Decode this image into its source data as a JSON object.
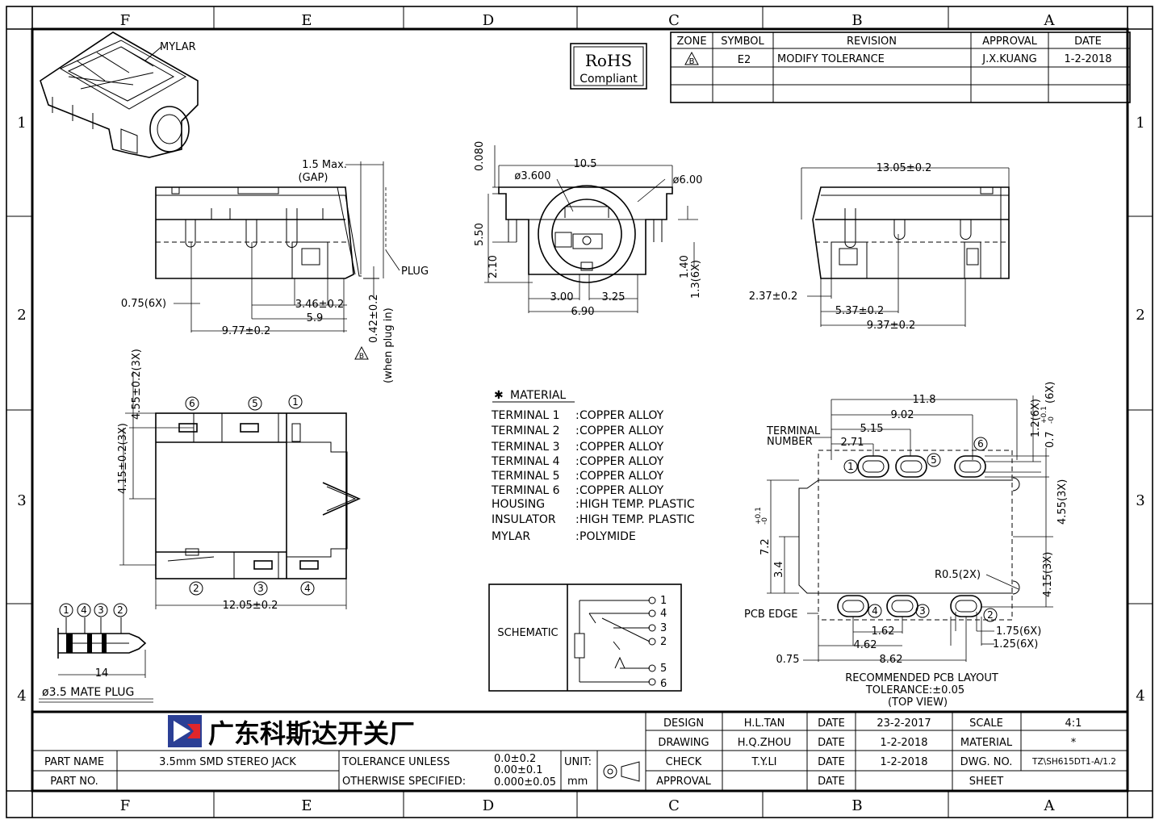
{
  "zones": {
    "columns": [
      "F",
      "E",
      "D",
      "C",
      "B",
      "A"
    ],
    "rows": [
      "1",
      "2",
      "3",
      "4"
    ]
  },
  "rohs": {
    "line1": "RoHS",
    "line2": "Compliant"
  },
  "revision": {
    "headers": {
      "zone": "ZONE",
      "symbol": "SYMBOL",
      "revision": "REVISION",
      "approval": "APPROVAL",
      "date": "DATE"
    },
    "rows": [
      {
        "zone": "B",
        "symbol": "E2",
        "revision": "MODIFY TOLERANCE",
        "approval": "J.X.KUANG",
        "date": "1-2-2018"
      }
    ]
  },
  "views": {
    "iso": {
      "mylar": "MYLAR"
    },
    "left": {
      "gap": "1.5 Max.",
      "gap2": "(GAP)",
      "plug": "PLUG",
      "d1": "0.75(6X)",
      "d2": "3.46±0.2",
      "d3": "5.9",
      "d4": "9.77±0.2",
      "d5": "0.42±0.2",
      "d6": "(when plug in)",
      "rev": "B"
    },
    "front": {
      "d1": "10.5",
      "d2": "ø3.600",
      "d3": "ø6.00",
      "d4": "0.080",
      "d5": "5.50",
      "d6": "2.10",
      "d7": "1.40",
      "d8": "1.3(6X)",
      "d9": "3.00",
      "d10": "3.25",
      "d11": "6.90"
    },
    "right": {
      "d1": "13.05±0.2",
      "d2": "2.37±0.2",
      "d3": "5.37±0.2",
      "d4": "9.37±0.2"
    },
    "top": {
      "d1": "4.55±0.2(3X)",
      "d2": "4.15±0.2(3X)",
      "d3": "12.05±0.2",
      "pins_top": [
        "6",
        "5",
        "1"
      ],
      "pins_bottom": [
        "2",
        "3",
        "4"
      ]
    },
    "plug": {
      "pins": [
        "1",
        "4",
        "3",
        "2"
      ],
      "len": "14",
      "title": "ø3.5 MATE PLUG"
    }
  },
  "material": {
    "title": "MATERIAL",
    "items": [
      {
        "name": "TERMINAL 1",
        "value": "COPPER ALLOY"
      },
      {
        "name": "TERMINAL 2",
        "value": "COPPER ALLOY"
      },
      {
        "name": "TERMINAL 3",
        "value": "COPPER ALLOY"
      },
      {
        "name": "TERMINAL 4",
        "value": "COPPER ALLOY"
      },
      {
        "name": "TERMINAL 5",
        "value": "COPPER ALLOY"
      },
      {
        "name": "TERMINAL 6",
        "value": "COPPER ALLOY"
      },
      {
        "name": "HOUSING",
        "value": "HIGH TEMP. PLASTIC"
      },
      {
        "name": "INSULATOR",
        "value": "HIGH TEMP. PLASTIC"
      },
      {
        "name": "MYLAR",
        "value": "POLYMIDE"
      }
    ]
  },
  "schematic": {
    "label": "SCHEMATIC",
    "pins": [
      "1",
      "4",
      "3",
      "2",
      "5",
      "6"
    ]
  },
  "pcb": {
    "d1": "11.8",
    "d2": "9.02",
    "d3": "5.15",
    "d4": "2.71",
    "term1": "TERMINAL",
    "term2": "NUMBER",
    "d5": "1.2(6X)",
    "d6": "0.7",
    "d6b": "+0.1",
    "d6c": "-0",
    "d6d": "(6X)",
    "d7": "4.55(3X)",
    "d8": "4.15(3X)",
    "d9": "7.2",
    "d9b": "+0.1",
    "d9c": "-0",
    "d10": "3.4",
    "r": "R0.5(2X)",
    "edge": "PCB EDGE",
    "d11": "1.62",
    "d12": "4.62",
    "d13": "8.62",
    "d14": "0.75",
    "d15": "1.75(6X)",
    "d16": "1.25(6X)",
    "pins_top": [
      "1",
      "5",
      "6"
    ],
    "pins_bottom": [
      "4",
      "3",
      "2"
    ],
    "caption1": "RECOMMENDED PCB LAYOUT",
    "caption2": "TOLERANCE:±0.05",
    "caption3": "(TOP VIEW)"
  },
  "title_block": {
    "company": "广东科斯达开关厂",
    "part_name_label": "PART NAME",
    "part_name": "3.5mm SMD STEREO JACK",
    "part_no_label": "PART NO.",
    "part_no": "",
    "tol1": "TOLERANCE UNLESS",
    "tol2": "OTHERWISE SPECIFIED:",
    "tolv1": "0.0±0.2",
    "tolv2": "0.00±0.1",
    "tolv3": "0.000±0.05",
    "unit_label": "UNIT:",
    "unit": "mm",
    "design_label": "DESIGN",
    "design": "H.L.TAN",
    "design_date": "23-2-2017",
    "drawing_label": "DRAWING",
    "drawing": "H.Q.ZHOU",
    "drawing_date": "1-2-2018",
    "check_label": "CHECK",
    "check": "T.Y.LI",
    "check_date": "1-2-2018",
    "approval_label": "APPROVAL",
    "approval": "",
    "approval_date": "",
    "date_label": "DATE",
    "scale_label": "SCALE",
    "scale": "4:1",
    "material_label": "MATERIAL",
    "material": "*",
    "dwg_label": "DWG. NO.",
    "dwg": "TZ\\SH615DT1-A/1.2",
    "sheet_label": "SHEET",
    "sheet": ""
  },
  "colors": {
    "logo_blue": "#2b3f95",
    "logo_red": "#e0262b",
    "ink": "#000000"
  }
}
